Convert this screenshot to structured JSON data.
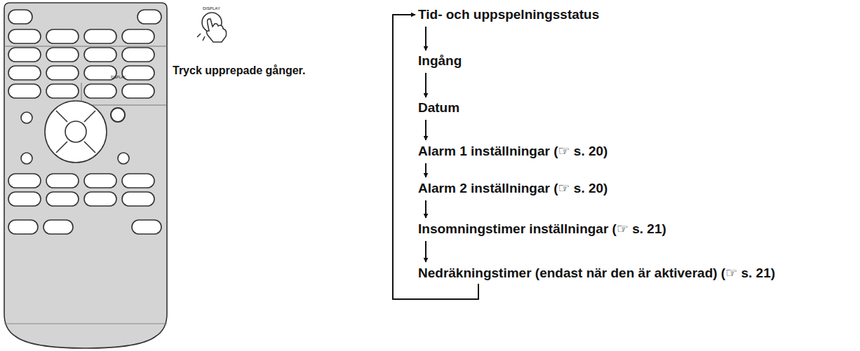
{
  "diagram": {
    "nodes": [
      {
        "text": [
          "Tid- och uppspelningsstatus"
        ]
      },
      {
        "text": [
          "Ingång"
        ]
      },
      {
        "text": [
          "Datum"
        ]
      },
      {
        "text": [
          "Alarm 1 inställningar (☞ s. 20)"
        ]
      },
      {
        "text": [
          "Alarm 2 inställningar (☞ s. 20)"
        ]
      },
      {
        "text": [
          "Insomningstimer inställningar (☞ s. 21)"
        ]
      },
      {
        "text": [
          "Nedräkningstimer (endast när den är aktiverad) (☞ s. 21)"
        ]
      }
    ],
    "edges": [
      {
        "from": 0,
        "to": 1,
        "arrow": "to"
      },
      {
        "from": 1,
        "to": 2,
        "arrow": "to"
      },
      {
        "from": 2,
        "to": 3,
        "arrow": "to"
      },
      {
        "from": 3,
        "to": 4,
        "arrow": "to"
      },
      {
        "from": 4,
        "to": 5,
        "arrow": "to"
      },
      {
        "from": 5,
        "to": 6,
        "arrow": "to"
      },
      {
        "from": 6,
        "to": 0,
        "arrow": "to"
      }
    ],
    "labels": [
      "DISPLAY",
      "DISPLAY",
      "Tryck upprepade gånger."
    ]
  }
}
